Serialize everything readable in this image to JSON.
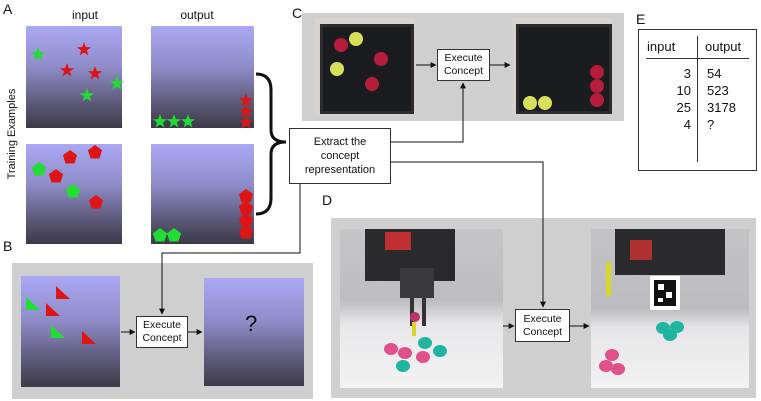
{
  "panels": {
    "a": "A",
    "b": "B",
    "c": "C",
    "d": "D",
    "e": "E"
  },
  "panel_a": {
    "input_label": "input",
    "output_label": "output",
    "side_label": "Training Examples"
  },
  "boxes": {
    "extract": "Extract the concept representation",
    "execute_line1": "Execute",
    "execute_line2": "Concept"
  },
  "query_mark": "?",
  "table": {
    "headers": [
      "input",
      "output"
    ],
    "rows": [
      [
        "3",
        "54"
      ],
      [
        "10",
        "523"
      ],
      [
        "25",
        "3178"
      ],
      [
        "4",
        "?"
      ]
    ]
  },
  "colors": {
    "green": "#22dd33",
    "red": "#dd1515",
    "panel_gray": "#cfcfcf"
  }
}
